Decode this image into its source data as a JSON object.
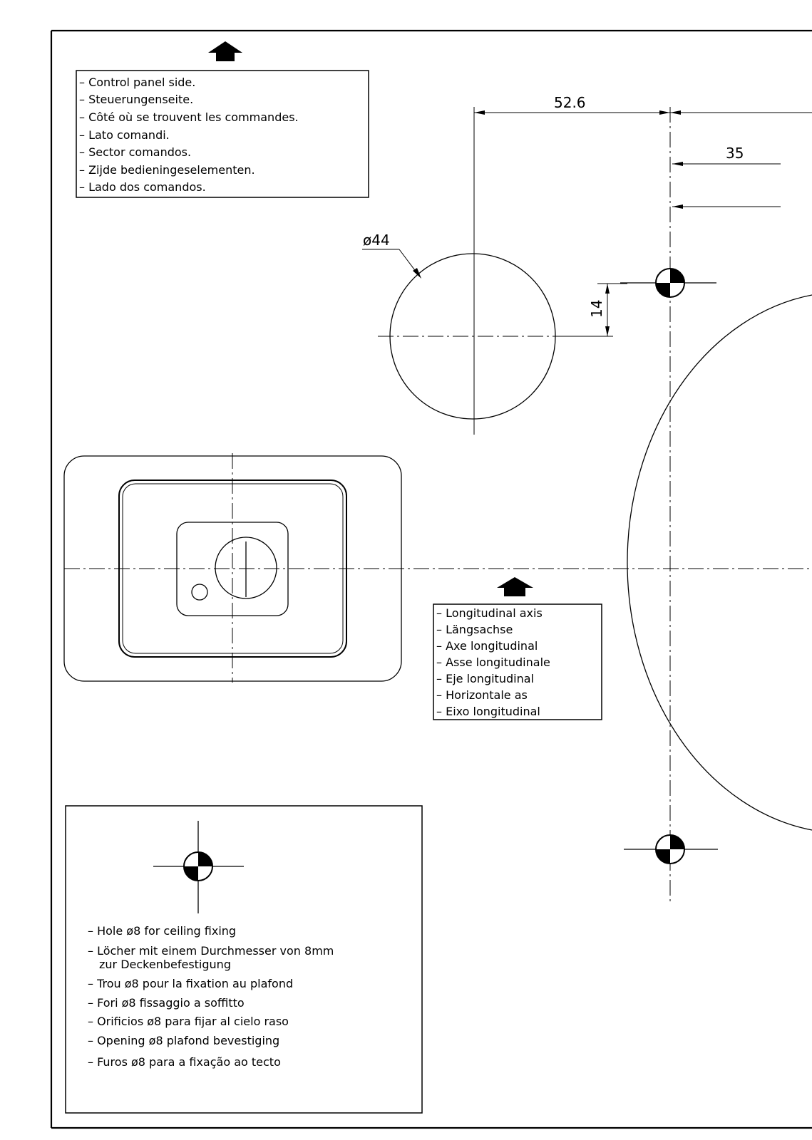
{
  "control_panel_note": {
    "lines": [
      "– Control panel side.",
      "– Steuerungenseite.",
      "– Côté où se trouvent les commandes.",
      "– Lato comandi.",
      "– Sector comandos.",
      "– Zijde bedieningeselementen.",
      "– Lado dos comandos."
    ]
  },
  "longitudinal_note": {
    "lines": [
      "– Longitudinal axis",
      "– Längsachse",
      "– Axe longitudinal",
      "– Asse longitudinale",
      "– Eje longitudinal",
      "– Horizontale as",
      "– Eixo longitudinal"
    ]
  },
  "hole_note": {
    "lines": [
      "– Hole ø8 for ceiling fixing",
      "– Löcher mit einem Durchmesser von 8mm",
      "zur Deckenbefestigung",
      "– Trou ø8 pour la fixation au plafond",
      "– Fori ø8 fissaggio a soffitto",
      "– Orificios ø8 para fijar al cielo raso",
      "– Opening ø8 plafond bevestiging",
      "– Furos ø8 para a fixação ao tecto"
    ]
  },
  "dimensions": {
    "d1": "52.6",
    "d2": "35",
    "d3": "14",
    "diameter": "ø44"
  }
}
